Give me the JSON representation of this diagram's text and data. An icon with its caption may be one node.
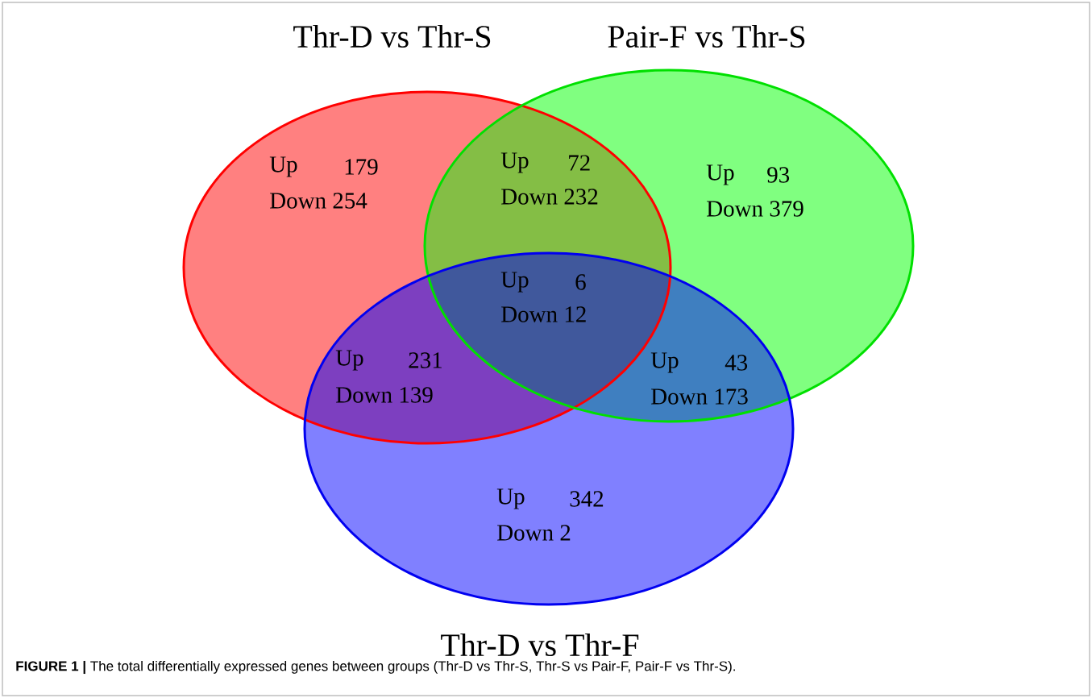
{
  "diagram": {
    "caption": "**FIGURE 1 |** The total differentially expressed genes between groups (Thr-D vs Thr-S, Thr-S vs Pair-F, Pair-F vs Thr-S).",
    "nodes": [
      {
        "text": [
          "Thr-D vs Thr-S"
        ]
      },
      {
        "text": [
          "Pair-F vs Thr-S"
        ]
      },
      {
        "text": [
          "Thr-D vs Thr-F"
        ]
      }
    ],
    "labels": [
      "Up",
      "179",
      "Down 254",
      "Up",
      "72",
      "Down 232",
      "Up",
      "93",
      "Down 379",
      "Up",
      "6",
      "Down 12",
      "Up",
      "231",
      "Down 139",
      "Up",
      "43",
      "Down 173",
      "Up",
      "342",
      "Down 2"
    ]
  }
}
